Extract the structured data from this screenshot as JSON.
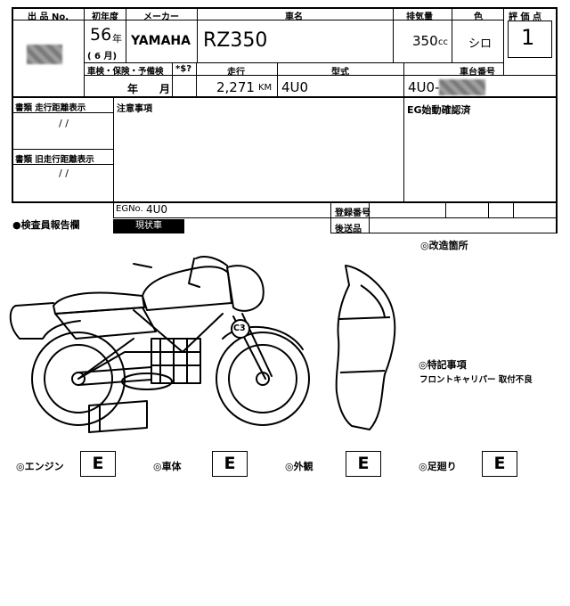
{
  "header": {
    "lot_no_label": "出 品 No.",
    "year_label": "初年度",
    "maker_label": "メーカー",
    "model_name_label": "車名",
    "displacement_label": "排気量",
    "color_label": "色",
    "score_label": "評 価 点"
  },
  "values": {
    "year": "56",
    "year_unit": "年",
    "month_text": "( 6 月)",
    "maker": "YAMAHA",
    "model_name": "RZ350",
    "displacement": "350",
    "displacement_unit": "cc",
    "color": "シロ",
    "score": "1"
  },
  "row2": {
    "inspection_label": "車検・保険・予備検",
    "note_label": "*$?",
    "mileage_label": "走行",
    "type_label": "型式",
    "frame_label": "車台番号",
    "inspection_value": "年　　月",
    "mileage_value": "2,271",
    "mileage_unit": "KM",
    "type_value": "4U0",
    "frame_value": "4U0-"
  },
  "docs": {
    "mileage_doc_label": "書類 走行距離表示",
    "old_mileage_doc_label": "書類 旧走行距離表示",
    "slash_value": "/ /",
    "notes_label": "注意事項",
    "eg_check_label": "EG始動確認済"
  },
  "lower_row": {
    "eg_no_label": "EGNo.",
    "eg_no_value": "4U0",
    "reg_no_label": "登録番号",
    "ship_label": "後送品",
    "status_badge": "現状車",
    "inspector_label": "●検査員報告欄",
    "modified_label": "◎改造箇所"
  },
  "special": {
    "title": "◎特記事項",
    "note": "フロントキャリパー 取付不良"
  },
  "diagram": {
    "marker": "C3"
  },
  "grades": [
    {
      "label": "◎エンジン",
      "grade": "E"
    },
    {
      "label": "◎車体",
      "grade": "E"
    },
    {
      "label": "◎外観",
      "grade": "E"
    },
    {
      "label": "◎足廻り",
      "grade": "E"
    }
  ]
}
